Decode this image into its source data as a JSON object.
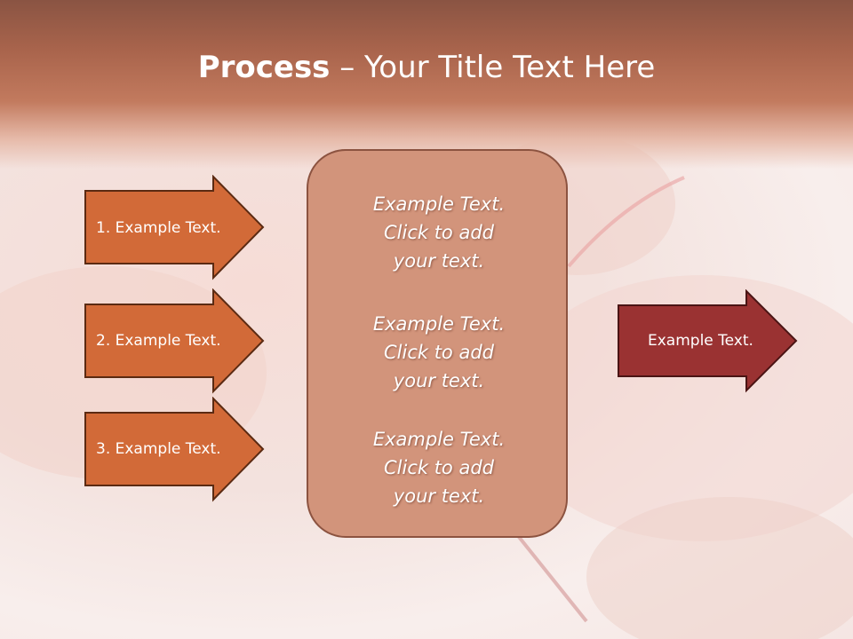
{
  "slide": {
    "title_bold": "Process",
    "title_rest": " – Your Title Text Here",
    "steps": [
      {
        "label": "1. Example Text."
      },
      {
        "label": "2. Example Text."
      },
      {
        "label": "3. Example Text."
      }
    ],
    "center_blocks": [
      {
        "line1": "Example Text.",
        "line2": "Click  to add",
        "line3": "your text."
      },
      {
        "line1": "Example Text.",
        "line2": "Click  to add",
        "line3": "your text."
      },
      {
        "line1": "Example Text.",
        "line2": "Click  to add",
        "line3": "your text."
      }
    ],
    "result": {
      "label": "Example Text."
    }
  },
  "colors": {
    "header_dark": "#8a5443",
    "step_arrow_fill": "#d26a38",
    "step_arrow_stroke": "#5b2a12",
    "center_box_fill": "#d2947b",
    "result_arrow_fill": "#9a3232"
  }
}
